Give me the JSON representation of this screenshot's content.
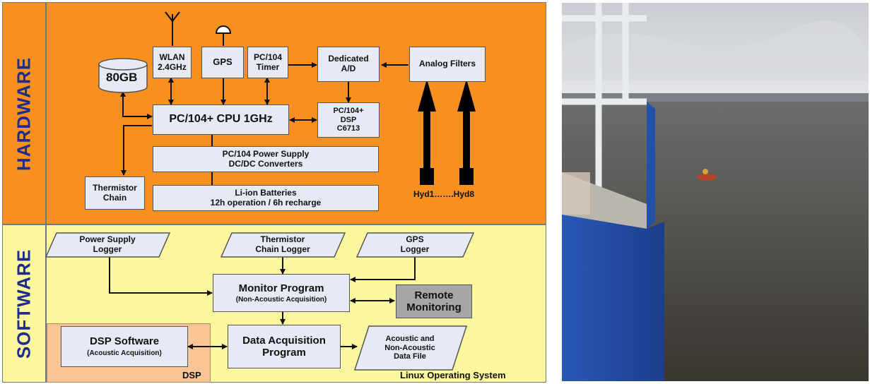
{
  "diagram": {
    "sections": {
      "hardware_label": "HARDWARE",
      "software_label": "SOFTWARE"
    },
    "hardware": {
      "storage": "80GB",
      "wlan": "WLAN\n2.4GHz",
      "gps": "GPS",
      "timer": "PC/104\nTimer",
      "dedicated_ad": "Dedicated\nA/D",
      "analog_filters": "Analog Filters",
      "cpu": "PC/104+ CPU 1GHz",
      "dsp": "PC/104+\nDSP\nC6713",
      "power_supply": "PC/104 Power Supply\nDC/DC Converters",
      "batteries": "Li-ion Batteries\n12h operation / 6h recharge",
      "thermistor": "Thermistor\nChain",
      "hydrophones": "Hyd1…….Hyd8"
    },
    "software": {
      "power_logger": "Power Supply\nLogger",
      "thermistor_logger": "Thermistor\nChain Logger",
      "gps_logger": "GPS\nLogger",
      "monitor_title": "Monitor Program",
      "monitor_sub": "(Non-Acoustic Acquisition)",
      "remote": "Remote\nMonitoring",
      "dsp_title": "DSP Software",
      "dsp_sub": "(Acoustic Acquisition)",
      "daq": "Data Acquisition\nProgram",
      "data_file": "Acoustic and\nNon-Acoustic\nData File",
      "dsp_region": "DSP",
      "os_label": "Linux Operating System"
    },
    "colors": {
      "hardware_bg": "#f7901e",
      "software_bg": "#fdf89e",
      "dsp_bg": "#f9c597",
      "box_fill": "#e6eaf4",
      "remote_fill": "#a6a6a6",
      "label_blue": "#1f2c8a"
    }
  },
  "photo": {
    "description_icon": "buoy-lake-photo"
  }
}
